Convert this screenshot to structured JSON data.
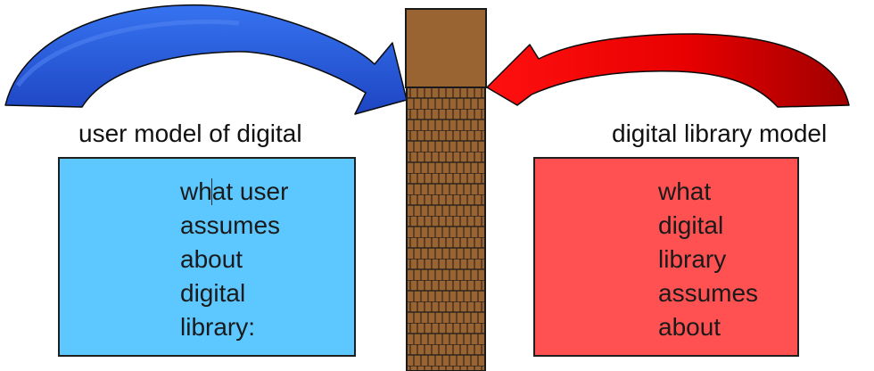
{
  "labels": {
    "left": "user model of digital",
    "right": "digital library model"
  },
  "left_box": {
    "lines": [
      "what user",
      "assumes",
      "about",
      "digital",
      "library:"
    ]
  },
  "right_box": {
    "lines": [
      "what",
      "digital",
      "library",
      "assumes",
      "about"
    ]
  },
  "colors": {
    "left_arrow_top": "#2a62e6",
    "left_arrow_bottom": "#1e46c4",
    "right_arrow": "#ff0000",
    "right_arrow_dark": "#a80000",
    "pillar": "#9a6332",
    "pillar_lines": "#1a1a1a",
    "left_box": "#5cc8ff",
    "right_box": "#ff5151"
  },
  "icons": {
    "left_arrow": "curved-arrow-right-icon",
    "right_arrow": "curved-arrow-left-icon",
    "pillar": "brick-column-icon"
  }
}
